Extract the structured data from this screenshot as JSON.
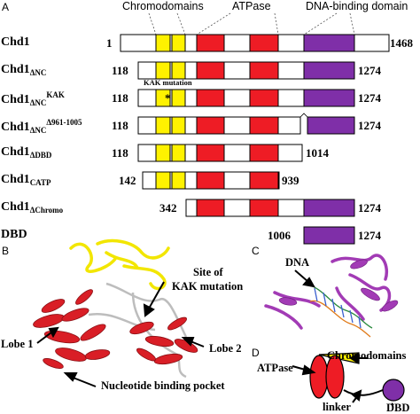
{
  "panels": {
    "a": "A",
    "b": "B",
    "c": "C",
    "d": "D"
  },
  "domain_headers": {
    "chromodomains": "Chromodomains",
    "atpase": "ATPase",
    "dbd": "DNA-binding domain"
  },
  "kak_mutation_label": "KAK mutation",
  "kak_star": "*",
  "constructs": [
    {
      "name": "Chd1",
      "sub": "",
      "sup": "",
      "start": "1",
      "end": "1468"
    },
    {
      "name": "Chd1",
      "sub": "ΔNC",
      "sup": "",
      "start": "118",
      "end": "1274"
    },
    {
      "name": "Chd1",
      "sub": "ΔNC",
      "sup": "KAK",
      "start": "118",
      "end": "1274"
    },
    {
      "name": "Chd1",
      "sub": "ΔNC",
      "sup": "Δ961-1005",
      "start": "118",
      "end": "1274"
    },
    {
      "name": "Chd1",
      "sub": "ΔDBD",
      "sup": "",
      "start": "118",
      "end": "1014"
    },
    {
      "name": "Chd1",
      "sub": "CATP",
      "sup": "",
      "start": "142",
      "end": "939"
    },
    {
      "name": "Chd1",
      "sub": "ΔChromo",
      "sup": "",
      "start": "342",
      "end": "1274"
    },
    {
      "name": "DBD",
      "sub": "",
      "sup": "",
      "start": "1006",
      "end": "1274"
    }
  ],
  "structure_labels": {
    "site_of": "Site of",
    "kak_mutation": "KAK mutation",
    "lobe1": "Lobe 1",
    "lobe2": "Lobe 2",
    "nucleotide_pocket": "Nucleotide binding pocket"
  },
  "panel_c_labels": {
    "dna": "DNA"
  },
  "schematic_labels": {
    "chromodomains": "Chromodomains",
    "atpase": "ATPase",
    "linker": "linker",
    "dbd": "DBD"
  },
  "colors": {
    "chromo": "#FFF200",
    "atpase": "#EE1C25",
    "dbd": "#7F2FA8",
    "structure_red": "#D91E26",
    "structure_yellow": "#F2E600",
    "structure_grey": "#BDBDBD",
    "structure_purple": "#A23BB5"
  }
}
